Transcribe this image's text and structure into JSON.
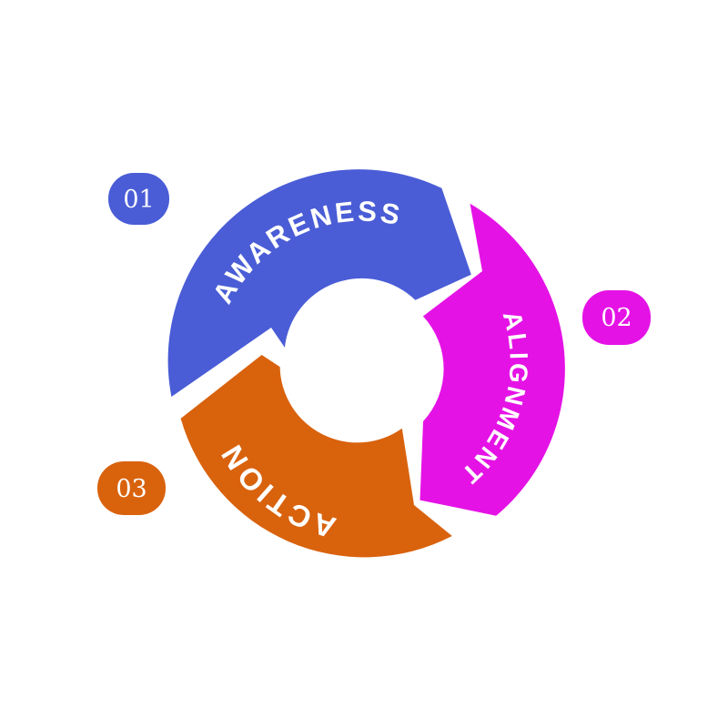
{
  "colors": {
    "awareness": "#4a5dd6",
    "alignment": "#e512e6",
    "action": "#d9620d",
    "background": "#ffffff",
    "text": "#ffffff"
  },
  "steps": [
    {
      "number": "01",
      "label": "AWARENESS"
    },
    {
      "number": "02",
      "label": "ALIGNMENT"
    },
    {
      "number": "03",
      "label": "ACTION"
    }
  ]
}
